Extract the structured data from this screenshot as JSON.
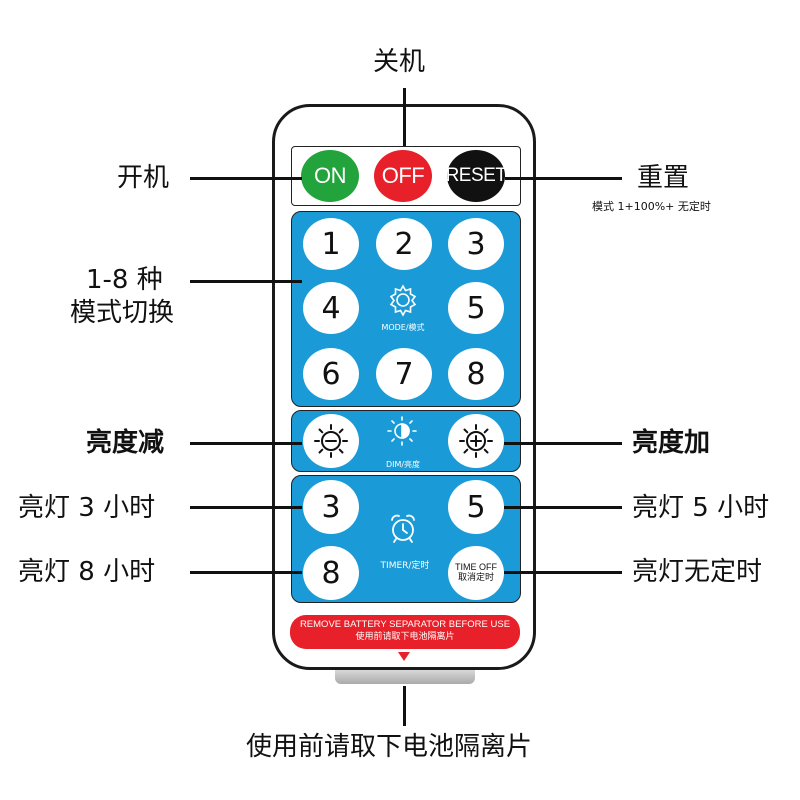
{
  "labels": {
    "off_top": "关机",
    "on": "开机",
    "reset": "重置",
    "reset_sub": "模式 1+100%+ 无定时",
    "modes_line1": "1-8 种",
    "modes_line2": "模式切换",
    "dim_down": "亮度减",
    "dim_up": "亮度加",
    "timer3": "亮灯 3 小时",
    "timer5": "亮灯 5 小时",
    "timer8": "亮灯 8 小时",
    "timeroff": "亮灯无定时",
    "bottom": "使用前请取下电池隔离片"
  },
  "remote": {
    "on": "ON",
    "off": "OFF",
    "reset": "RESET",
    "modes": [
      "1",
      "2",
      "3",
      "4",
      "5",
      "6",
      "7",
      "8"
    ],
    "mode_caption": "MODE/模式",
    "dim_caption": "DIM/亮度",
    "timers": [
      "3",
      "5",
      "8"
    ],
    "time_off_en": "TIME OFF",
    "time_off_cn": "取消定时",
    "timer_caption": "TIMER/定时",
    "warning_en": "REMOVE BATTERY SEPARATOR BEFORE USE",
    "warning_cn": "使用前请取下电池隔离片"
  },
  "colors": {
    "panel": "#1a9ad6",
    "on": "#22a33b",
    "off": "#e8202a",
    "reset": "#111111",
    "warning": "#e8202a"
  }
}
